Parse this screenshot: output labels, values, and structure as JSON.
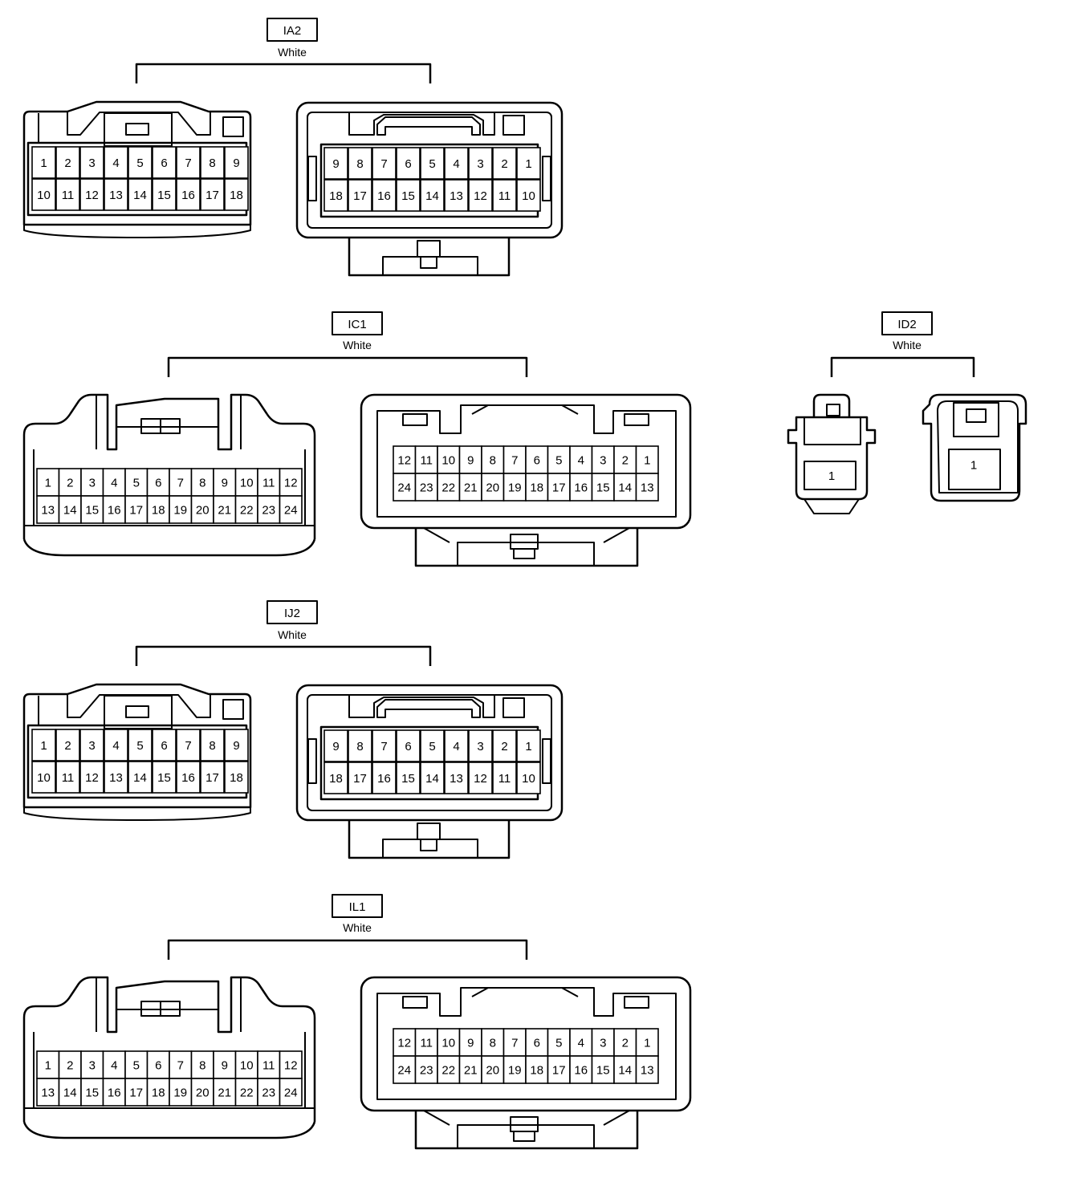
{
  "connectors": [
    {
      "code": "IA2",
      "color": "White",
      "style": "18",
      "male_rows": [
        [
          "1",
          "2",
          "3",
          "4",
          "5",
          "6",
          "7",
          "8",
          "9"
        ],
        [
          "10",
          "11",
          "12",
          "13",
          "14",
          "15",
          "16",
          "17",
          "18"
        ]
      ],
      "female_rows": [
        [
          "9",
          "8",
          "7",
          "6",
          "5",
          "4",
          "3",
          "2",
          "1"
        ],
        [
          "18",
          "17",
          "16",
          "15",
          "14",
          "13",
          "12",
          "11",
          "10"
        ]
      ]
    },
    {
      "code": "IC1",
      "color": "White",
      "style": "24",
      "male_rows": [
        [
          "1",
          "2",
          "3",
          "4",
          "5",
          "6",
          "7",
          "8",
          "9",
          "10",
          "11",
          "12"
        ],
        [
          "13",
          "14",
          "15",
          "16",
          "17",
          "18",
          "19",
          "20",
          "21",
          "22",
          "23",
          "24"
        ]
      ],
      "female_rows": [
        [
          "12",
          "11",
          "10",
          "9",
          "8",
          "7",
          "6",
          "5",
          "4",
          "3",
          "2",
          "1"
        ],
        [
          "24",
          "23",
          "22",
          "21",
          "20",
          "19",
          "18",
          "17",
          "16",
          "15",
          "14",
          "13"
        ]
      ]
    },
    {
      "code": "ID2",
      "color": "White",
      "style": "1",
      "male_rows": [
        [
          "1"
        ]
      ],
      "female_rows": [
        [
          "1"
        ]
      ]
    },
    {
      "code": "IJ2",
      "color": "White",
      "style": "18",
      "male_rows": [
        [
          "1",
          "2",
          "3",
          "4",
          "5",
          "6",
          "7",
          "8",
          "9"
        ],
        [
          "10",
          "11",
          "12",
          "13",
          "14",
          "15",
          "16",
          "17",
          "18"
        ]
      ],
      "female_rows": [
        [
          "9",
          "8",
          "7",
          "6",
          "5",
          "4",
          "3",
          "2",
          "1"
        ],
        [
          "18",
          "17",
          "16",
          "15",
          "14",
          "13",
          "12",
          "11",
          "10"
        ]
      ]
    },
    {
      "code": "IL1",
      "color": "White",
      "style": "24",
      "male_rows": [
        [
          "1",
          "2",
          "3",
          "4",
          "5",
          "6",
          "7",
          "8",
          "9",
          "10",
          "11",
          "12"
        ],
        [
          "13",
          "14",
          "15",
          "16",
          "17",
          "18",
          "19",
          "20",
          "21",
          "22",
          "23",
          "24"
        ]
      ],
      "female_rows": [
        [
          "12",
          "11",
          "10",
          "9",
          "8",
          "7",
          "6",
          "5",
          "4",
          "3",
          "2",
          "1"
        ],
        [
          "24",
          "23",
          "22",
          "21",
          "20",
          "19",
          "18",
          "17",
          "16",
          "15",
          "14",
          "13"
        ]
      ]
    }
  ]
}
